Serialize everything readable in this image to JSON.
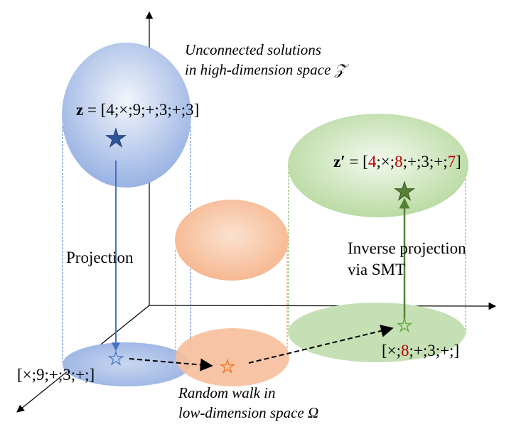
{
  "top_note": {
    "line1": "Unconnected solutions",
    "line2": "in high-dimension space 𝒵"
  },
  "z_vector": {
    "symbol": "z",
    "value": " = [4;×;9;+;3;+;3]"
  },
  "z_prime_vector": {
    "symbol": "z′",
    "eq": " = [",
    "parts": [
      {
        "text": "4",
        "color": "red"
      },
      {
        "text": ";×;",
        "color": "black"
      },
      {
        "text": "8",
        "color": "red"
      },
      {
        "text": ";+;3;+;",
        "color": "black"
      },
      {
        "text": "7",
        "color": "red"
      },
      {
        "text": "]",
        "color": "black"
      }
    ]
  },
  "projection_label": "Projection",
  "inverse_label": {
    "line1": "Inverse projection",
    "line2": "via SMT"
  },
  "left_proj_value": "[×;9;+;3;+;]",
  "right_proj_value": {
    "parts": [
      {
        "text": "[×;",
        "color": "black"
      },
      {
        "text": "8",
        "color": "red"
      },
      {
        "text": ";+;3;+;]",
        "color": "black"
      }
    ]
  },
  "bottom_note": {
    "line1": "Random walk in",
    "line2": "low-dimension space Ω"
  },
  "colors": {
    "blue": "#4472c4",
    "orange": "#f4b183",
    "green": "#a9d18e",
    "dark_green": "#548235",
    "red": "#c00000"
  }
}
